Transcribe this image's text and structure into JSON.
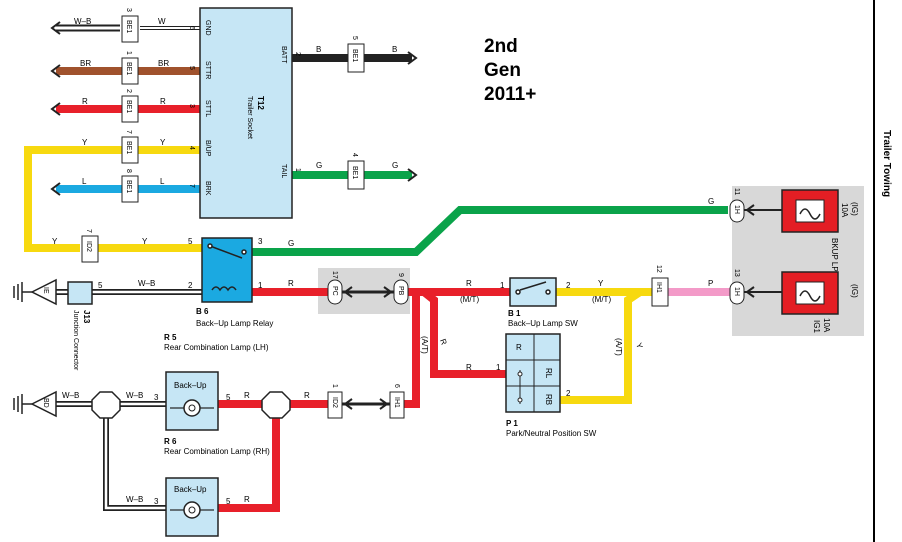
{
  "side_title": "Trailer Towing",
  "gen_label": [
    "2nd",
    "Gen",
    "2011+"
  ],
  "colors": {
    "white_black": "#ffffff",
    "black": "#222222",
    "brown": "#a0522d",
    "red": "#e8202a",
    "yellow": "#f7d90f",
    "blue": "#1ba9e1",
    "green": "#0aa34a",
    "pink": "#f39ac8",
    "component_fill": "#c6e6f5",
    "fuse_red": "#e31e24",
    "shade": "#d8d8d8"
  },
  "trailer_socket": {
    "id": "T12",
    "name": "Trailer Socket",
    "pins_left": [
      {
        "pin": "6",
        "name": "GND"
      },
      {
        "pin": "5",
        "name": "STTR"
      },
      {
        "pin": "3",
        "name": "STTL"
      },
      {
        "pin": "4",
        "name": "B/UP"
      },
      {
        "pin": "7",
        "name": "BRK"
      }
    ],
    "pins_right": [
      {
        "pin": "2",
        "name": "BATT"
      },
      {
        "pin": "1",
        "name": "TAIL"
      }
    ]
  },
  "be1_connectors": [
    {
      "pin": "3",
      "code": "BE1",
      "wire": "W–B",
      "wire_out": "W"
    },
    {
      "pin": "1",
      "code": "BE1",
      "wire": "BR",
      "wire_out": "BR"
    },
    {
      "pin": "2",
      "code": "BE1",
      "wire": "R",
      "wire_out": "R"
    },
    {
      "pin": "7",
      "code": "BE1",
      "wire": "Y",
      "wire_out": "Y"
    },
    {
      "pin": "8",
      "code": "BE1",
      "wire": "L",
      "wire_out": "L"
    }
  ],
  "be1_right": [
    {
      "pin": "5",
      "code": "BE1",
      "wire": "B"
    },
    {
      "pin": "4",
      "code": "BE1",
      "wire": "G"
    }
  ],
  "relay": {
    "id": "B 6",
    "name": "Back–Up Lamp Relay",
    "pins": [
      "5",
      "3",
      "2",
      "1"
    ]
  },
  "junction": {
    "id": "J13",
    "name": "Junction Connector",
    "pin": "5",
    "ground": "IE"
  },
  "backup_sw": {
    "id": "B 1",
    "name": "Back–Up Lamp SW",
    "pins": [
      "1",
      "2"
    ]
  },
  "pn_sw": {
    "id": "P 1",
    "name": "Park/Neutral Position SW",
    "labels": [
      "R",
      "RL",
      "RB"
    ],
    "pins": [
      "1",
      "2"
    ]
  },
  "rear_lh": {
    "id": "R 5",
    "name": "Rear Combination Lamp (LH)",
    "lamp": "Back–Up",
    "pins": [
      "3",
      "5"
    ]
  },
  "rear_rh": {
    "id": "R 6",
    "name": "Rear Combination Lamp (RH)",
    "lamp": "Back–Up",
    "pins": [
      "3",
      "5"
    ]
  },
  "ground_bd": "BD",
  "fuses": [
    {
      "rating": "10A",
      "name": "BKUP LP",
      "supply": "(IG)",
      "conn_pin": "11",
      "conn": "1H",
      "wire": "G"
    },
    {
      "rating": "10A",
      "name": "IG1",
      "supply": "(IG)",
      "conn_pin": "13",
      "conn": "1H",
      "wire": "P"
    }
  ],
  "connectors": {
    "id2_top": {
      "pin": "7",
      "code": "ID2"
    },
    "pc": {
      "pin": "17",
      "code": "PC"
    },
    "pb": {
      "pin": "9",
      "code": "PB"
    },
    "ih1_top": {
      "pin": "12",
      "code": "IH1"
    },
    "id2_bottom": {
      "pin": "1",
      "code": "ID2"
    },
    "ih1_bottom": {
      "pin": "6",
      "code": "IH1"
    }
  },
  "wire_labels": {
    "relay_g": "G",
    "relay_y": "Y",
    "relay_r": "R",
    "relay_wb": "W–B",
    "pb_r": "R",
    "mt": "(M/T)",
    "at": "(A/T)",
    "sw_y": "Y",
    "ih1_p": "P",
    "fuse_g": "G",
    "loop_y": "Y",
    "pn_r": "R",
    "at_r": "R",
    "bottom_r": "R",
    "bottom_r2": "R",
    "bd_wb": "W–B",
    "lh_wb": "W–B",
    "rh_wb": "W–B",
    "rh_r": "R",
    "vert_y": "Y"
  }
}
